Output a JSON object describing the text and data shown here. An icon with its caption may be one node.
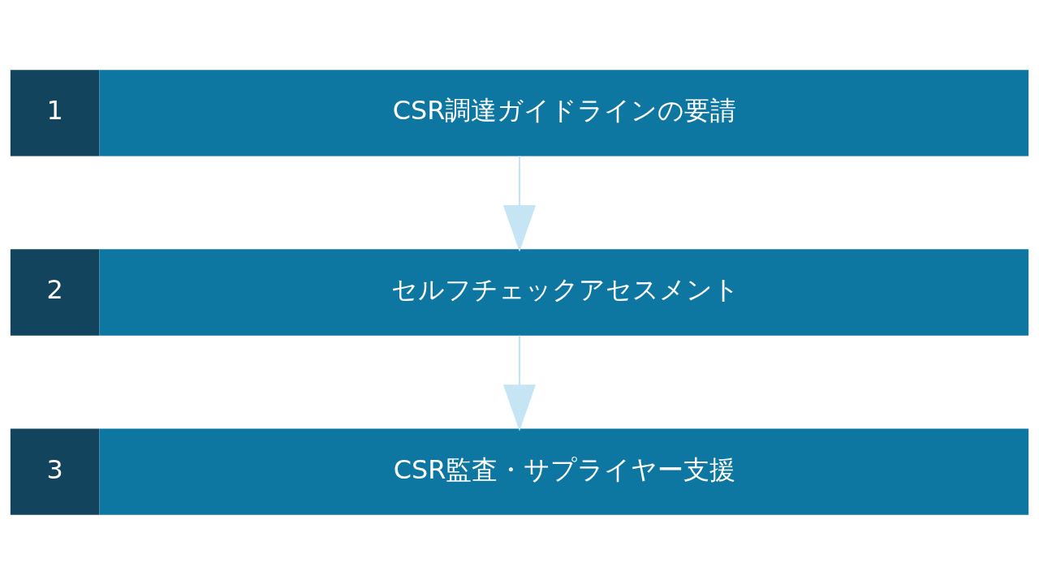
{
  "diagram": {
    "nodes": [
      {
        "text": [
          "1",
          "CSR調達ガイドラインの要請"
        ]
      },
      {
        "text": [
          "2",
          "セルフチェックアセスメント"
        ]
      },
      {
        "text": [
          "3",
          "CSR監査・サプライヤー支援"
        ]
      }
    ],
    "edges": [
      {
        "from": 0,
        "to": 1,
        "arrow": "to"
      },
      {
        "from": 1,
        "to": 2,
        "arrow": "to"
      }
    ]
  }
}
